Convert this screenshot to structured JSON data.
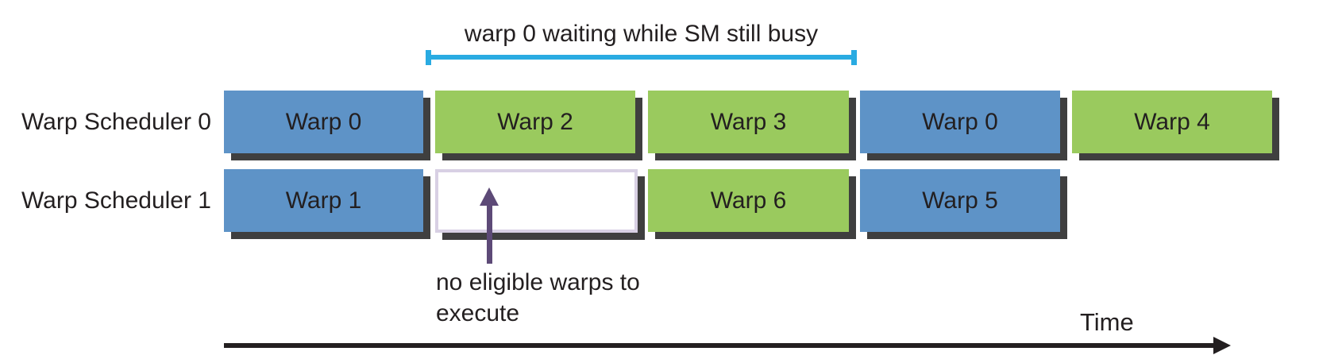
{
  "colors": {
    "busy_blue": "#5e93c7",
    "ready_green": "#9aca5e",
    "shadow_gray": "#3f3f3f",
    "bracket_cyan": "#29abe2",
    "arrow_purple": "#5d4a77",
    "empty_border_lavender": "#d8d0e4",
    "text_black": "#231f20"
  },
  "annotation_top": {
    "label": "warp 0 waiting while SM still busy"
  },
  "schedulers": [
    {
      "label": "Warp Scheduler 0",
      "slots": [
        {
          "label": "Warp 0",
          "state": "blue"
        },
        {
          "label": "Warp 2",
          "state": "green"
        },
        {
          "label": "Warp 3",
          "state": "green"
        },
        {
          "label": "Warp 0",
          "state": "blue"
        },
        {
          "label": "Warp 4",
          "state": "green"
        }
      ]
    },
    {
      "label": "Warp Scheduler 1",
      "slots": [
        {
          "label": "Warp 1",
          "state": "blue"
        },
        {
          "label": "",
          "state": "empty"
        },
        {
          "label": "Warp 6",
          "state": "green"
        },
        {
          "label": "Warp 5",
          "state": "blue"
        }
      ]
    }
  ],
  "empty_slot_note": {
    "lines": [
      "no eligible warps to",
      "execute"
    ]
  },
  "time_axis": {
    "label": "Time"
  }
}
